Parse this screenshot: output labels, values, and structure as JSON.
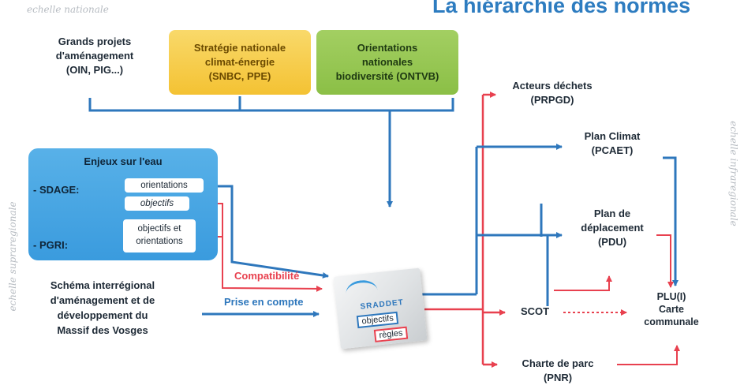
{
  "title": "La hiérarchie des normes",
  "scales": {
    "national": "echelle nationale",
    "supraregional": "echelle supraregionale",
    "infraregional": "echelle infraregionale"
  },
  "national": {
    "grands_projets": [
      "Grands projets",
      "d'aménagement",
      "(OIN, PIG...)"
    ],
    "snbc": [
      "Stratégie nationale",
      "climat-énergie",
      "(SNBC, PPE)"
    ],
    "ontvb": [
      "Orientations",
      "nationales",
      "biodiversité (ONTVB)"
    ]
  },
  "water": {
    "title": "Enjeux sur l'eau",
    "sdage": "- SDAGE:",
    "sdage_orientations": "orientations",
    "sdage_objectifs": "objectifs",
    "pgri": "- PGRI:",
    "pgri_text": [
      "objectifs et",
      "orientations"
    ]
  },
  "massif": [
    "Schéma interrégional",
    "d'aménagement et de",
    "développement du",
    "Massif des Vosges"
  ],
  "legend": {
    "compatibilite": "Compatibilité",
    "prise_en_compte": "Prise en compte"
  },
  "sraddet": {
    "name": "SRADDET",
    "objectifs": "objectifs",
    "regles": "règles"
  },
  "right": {
    "dechets": [
      "Acteurs déchets",
      "(PRPGD)"
    ],
    "pcaet": [
      "Plan Climat",
      "(PCAET)"
    ],
    "pdu": [
      "Plan de",
      "déplacement",
      "(PDU)"
    ],
    "scot": "SCOT",
    "plu": [
      "PLU(I)",
      "Carte",
      "communale"
    ],
    "pnr": [
      "Charte de parc",
      "(PNR)"
    ]
  },
  "colors": {
    "compatibilite": "#e8414f",
    "prise_en_compte": "#2e77bc",
    "title": "#2d7cc0"
  }
}
